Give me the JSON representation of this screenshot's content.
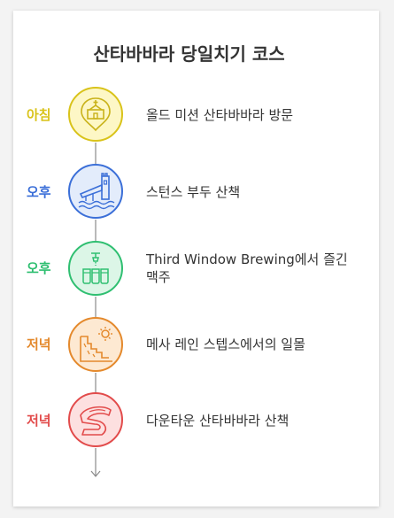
{
  "title": "산타바바라 당일치기 코스",
  "steps": [
    {
      "time": "아침",
      "text": "올드 미션 산타바바라 방문",
      "color": "#d9c31a",
      "fill": "#fdf7c6",
      "icon": "mission-icon"
    },
    {
      "time": "오후",
      "text": "스턴스 부두 산책",
      "color": "#3b6fd8",
      "fill": "#e3ecfb",
      "icon": "pier-icon"
    },
    {
      "time": "오후",
      "text": "Third Window Brewing에서 즐긴 맥주",
      "color": "#2fbf71",
      "fill": "#dcf6e7",
      "icon": "beer-taps-icon"
    },
    {
      "time": "저녁",
      "text": "메사 레인 스텝스에서의 일몰",
      "color": "#e4892c",
      "fill": "#fde9d2",
      "icon": "sunset-cliff-icon"
    },
    {
      "time": "저녁",
      "text": "다운타운 산타바바라 산책",
      "color": "#e24b4b",
      "fill": "#fde0e0",
      "icon": "downtown-road-icon"
    }
  ]
}
